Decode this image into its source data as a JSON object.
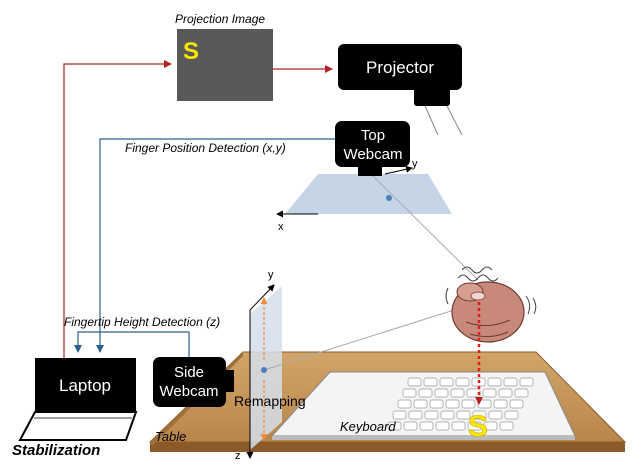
{
  "labels": {
    "projection_image": "Projection Image",
    "letter_s": "S",
    "projector": "Projector",
    "top_webcam_line1": "Top",
    "top_webcam_line2": "Webcam",
    "finger_position_detection": "Finger Position Detection (x,y)",
    "fingertip_height_detection": "Fingertip Height Detection (z)",
    "side_webcam_line1": "Side",
    "side_webcam_line2": "Webcam",
    "laptop": "Laptop",
    "stabilization": "Stabilization",
    "remapping": "Remapping",
    "table": "Table",
    "keyboard": "Keyboard",
    "axis_x": "x",
    "axis_y": "y",
    "axis_z": "z"
  },
  "colors": {
    "red_arrow": "#b22222",
    "blue_arrow": "#2f5f8f",
    "projection_screen": "#595959",
    "letter_yellow": "#ffe600",
    "table_top": "#c8995a",
    "table_edge": "#8b5a2b",
    "plane": "#c6d5e6",
    "orange_marker": "#f08a3c",
    "finger_skin": "#c9897a",
    "device_black": "#000000"
  }
}
